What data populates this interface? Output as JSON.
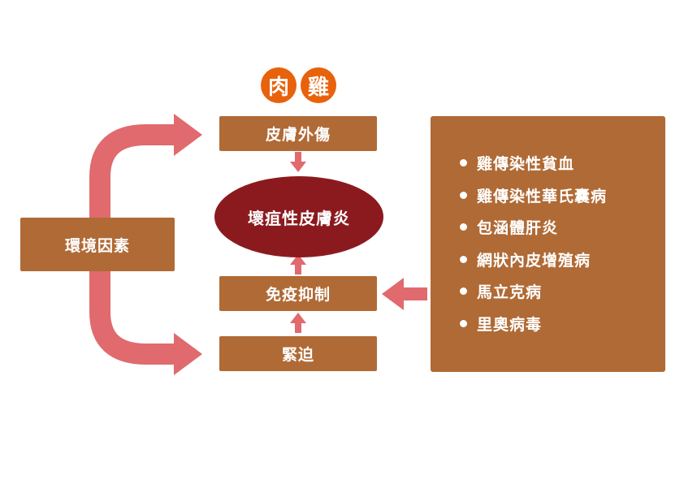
{
  "title": {
    "char1": "肉",
    "char2": "雞"
  },
  "nodes": {
    "skin_trauma": "皮膚外傷",
    "gangrenous_dermatitis": "壞疽性皮膚炎",
    "immunosuppression": "免疫抑制",
    "stress": "緊迫",
    "environmental_factors": "環境因素"
  },
  "diseases": [
    "雞傳染性貧血",
    "雞傳染性華氏囊病",
    "包涵體肝炎",
    "網狀內皮增殖病",
    "馬立克病",
    "里奧病毒"
  ],
  "colors": {
    "box": "#b06a35",
    "ellipse": "#8b1a1f",
    "title_circle": "#e8620c",
    "arrow": "#e06a6e"
  }
}
